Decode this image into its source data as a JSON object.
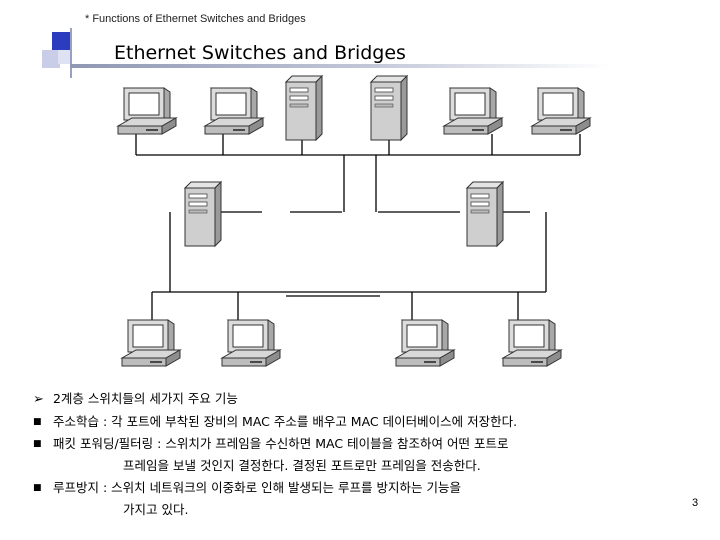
{
  "header": {
    "note": "* Functions of Ethernet Switches and Bridges"
  },
  "title": "Ethernet Switches and Bridges",
  "colors": {
    "accent_dark": "#2c3cbf",
    "accent_light": "#b8bde0",
    "rule": "#8f97b3"
  },
  "diagram": {
    "devices_top": [
      "workstation",
      "workstation",
      "server",
      "server",
      "workstation",
      "workstation"
    ],
    "devices_middle": [
      "server",
      "server"
    ],
    "devices_bottom": [
      "workstation",
      "workstation",
      "workstation",
      "workstation"
    ]
  },
  "content": {
    "heading": "2계층 스위치들의 세가지 주요 기능",
    "bullets": [
      {
        "lines": [
          "주소학습 : 각 포트에 부착된 장비의 MAC 주소를 배우고 MAC 데이터베이스에 저장한다."
        ]
      },
      {
        "lines": [
          "패킷 포워딩/필터링 : 스위치가 프레임을 수신하면 MAC 테이블을 참조하여 어떤 포트로",
          "프레임을 보낼 것인지 결정한다. 결정된 포트로만 프레임을 전송한다."
        ]
      },
      {
        "lines": [
          "루프방지 : 스위치 네트워크의 이중화로 인해 발생되는 루프를 방지하는 기능을",
          "가지고 있다."
        ]
      }
    ],
    "heading_marker": "➢",
    "bullet_marker": "■"
  },
  "page_number": "3"
}
